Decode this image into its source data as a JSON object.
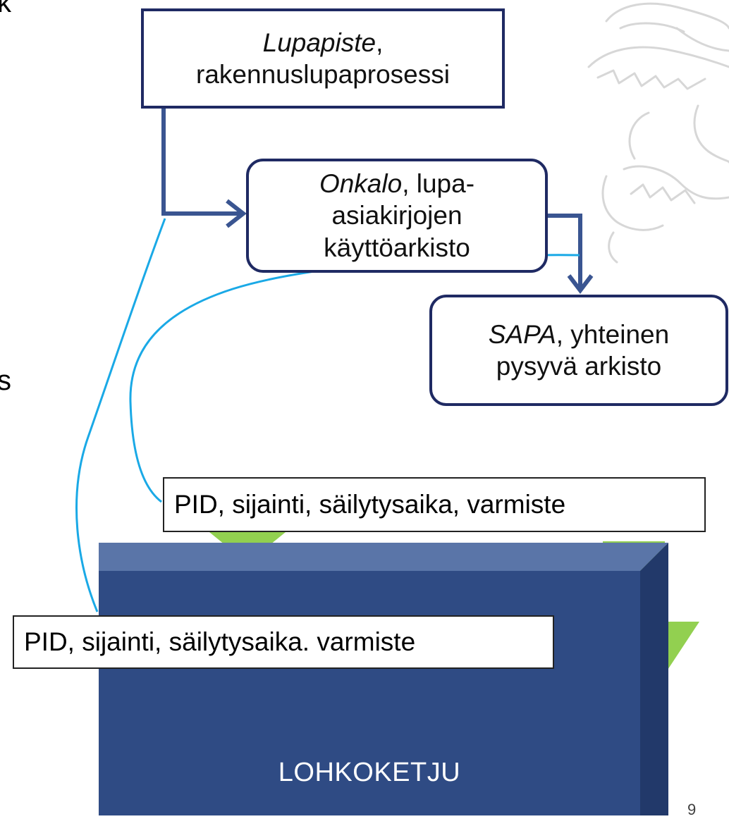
{
  "colors": {
    "box_border": "#1f2a63",
    "flow_arrow": "#3a5591",
    "link_line": "#1aa9e6",
    "green_arrow": "#92d050",
    "block_front": "#2f4b84",
    "block_top": "#5a75a8",
    "block_side": "#22396a"
  },
  "boxes": {
    "lupapiste": {
      "italic": "Lupapiste",
      "line1_rest": ",",
      "line2": "rakennuslupaprosessi"
    },
    "onkalo": {
      "italic": "Onkalo",
      "line1_rest": ", lupa-",
      "line2": "asiakirjojen",
      "line3": "käyttöarkisto"
    },
    "sapa": {
      "italic": "SAPA",
      "line1_rest": ", yhteinen",
      "line2": "pysyvä arkisto"
    }
  },
  "labels": {
    "upper": "PID, sijainti, säilytysaika, varmiste",
    "lower": "PID, sijainti, säilytysaika. varmiste"
  },
  "blockchain": {
    "label": "LOHKOKETJU"
  },
  "page_number": "9",
  "edge_fragments": {
    "top_left": "k",
    "left": "s"
  },
  "decoration": {
    "watermark": "lion-emblem-watermark"
  }
}
